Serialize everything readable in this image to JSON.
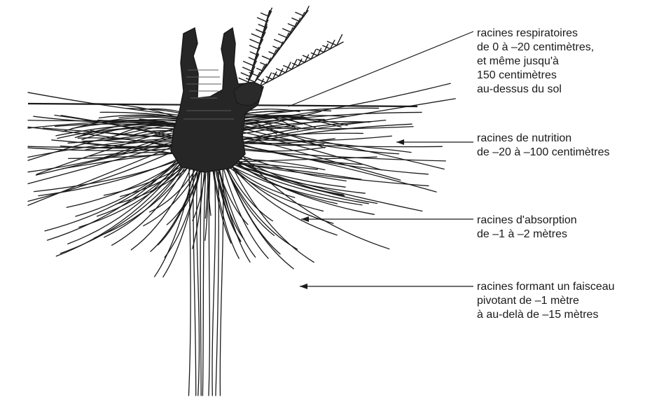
{
  "labels": {
    "respiratory": [
      "racines respiratoires",
      "de 0 à –20 centimètres,",
      "et même jusqu'à",
      "150 centimètres",
      "au-dessus du sol"
    ],
    "nutrition": [
      "racines de nutrition",
      "de –20 à –100 centimètres"
    ],
    "absorption": [
      "racines d'absorption",
      "de –1 à –2 mètres"
    ],
    "pivot": [
      "racines formant un faisceau",
      "pivotant de –1 mètre",
      "à au-delà de –15 mètres"
    ]
  },
  "colors": {
    "ink": "#1a1a1a",
    "background": "#ffffff"
  }
}
